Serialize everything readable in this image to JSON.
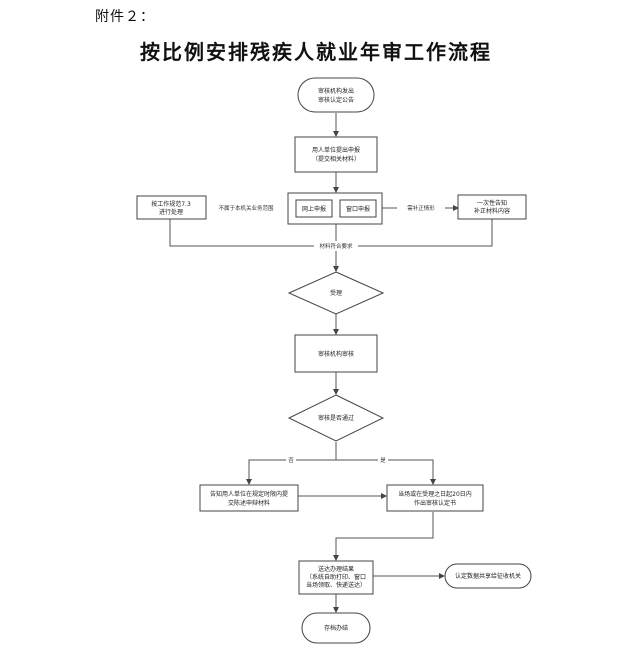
{
  "header": {
    "attachment": "附件２：",
    "title": "按比例安排残疾人就业年审工作流程"
  },
  "nodes": {
    "start": [
      "审核机构发出",
      "审核认定公告"
    ],
    "employer_report": [
      "用人单位提出申报",
      "（提交相关材料）"
    ],
    "online": [
      "网上申报"
    ],
    "counter": [
      "窗口申报"
    ],
    "rule73": [
      "按工作规范7.3",
      "进行处理"
    ],
    "notify_once": [
      "一次性告知",
      "补正材料内容"
    ],
    "accept": [
      "受理"
    ],
    "review": [
      "审核机构审核"
    ],
    "pass_check": [
      "审核是否通过"
    ],
    "notify_supplement": [
      "告知用人单位在规定时限内提",
      "交陈述申辩材料"
    ],
    "issue_decision": [
      "当场或在受理之日起20日内",
      "作出审核认定书"
    ],
    "deliver": [
      "送达办理结果",
      "（系统自助打印、窗口",
      "当场领取、快递送达）"
    ],
    "share": [
      "认定数据共享给征收机关"
    ],
    "archive": [
      "存档办结"
    ]
  },
  "edges": {
    "not_in_scope": "不属于本机关业务范围",
    "needs_supplement": "需补正情形",
    "materials_ok": "材料符合要求",
    "no": "否",
    "yes": "是"
  }
}
